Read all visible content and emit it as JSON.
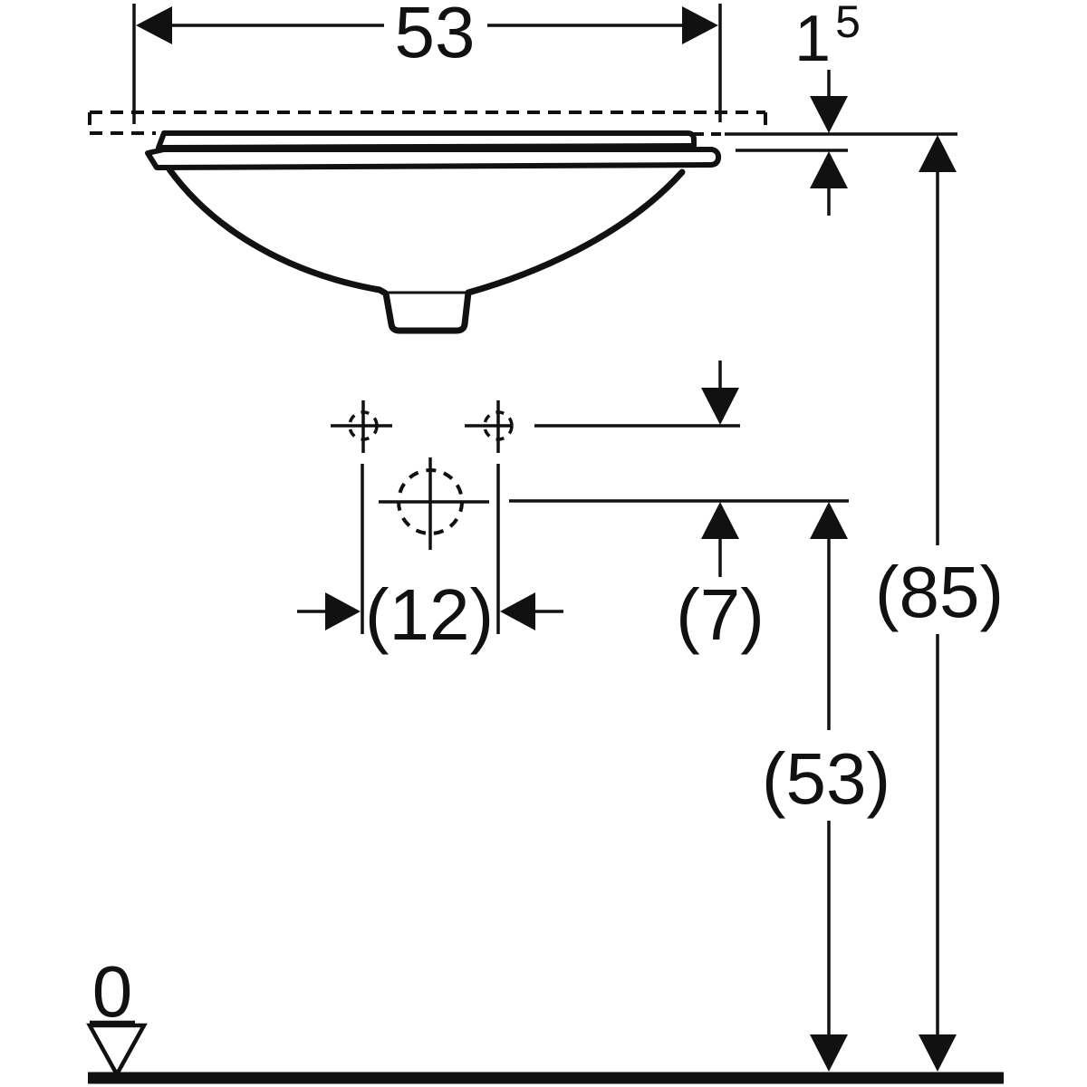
{
  "drawing": {
    "subject": "undercounter-washbasin-side-section-with-dimensions",
    "units": "cm",
    "line_color": "#111111",
    "background_color": "#ffffff",
    "labels": {
      "width": "53",
      "rim_main": "1",
      "rim_sup": "5",
      "tap_hole_spacing": "(12)",
      "tap_hole_setback": "(7)",
      "total_height": "(85)",
      "tap_hole_height": "(53)",
      "datum": "0"
    },
    "dimensions_cm": {
      "basin_width": 53,
      "rim_drop": 1.5,
      "tap_hole_spacing": 12,
      "tap_hole_setback": 7,
      "rim_height_above_floor": 85,
      "tap_hole_height_above_floor": 53,
      "floor_datum": 0
    }
  }
}
